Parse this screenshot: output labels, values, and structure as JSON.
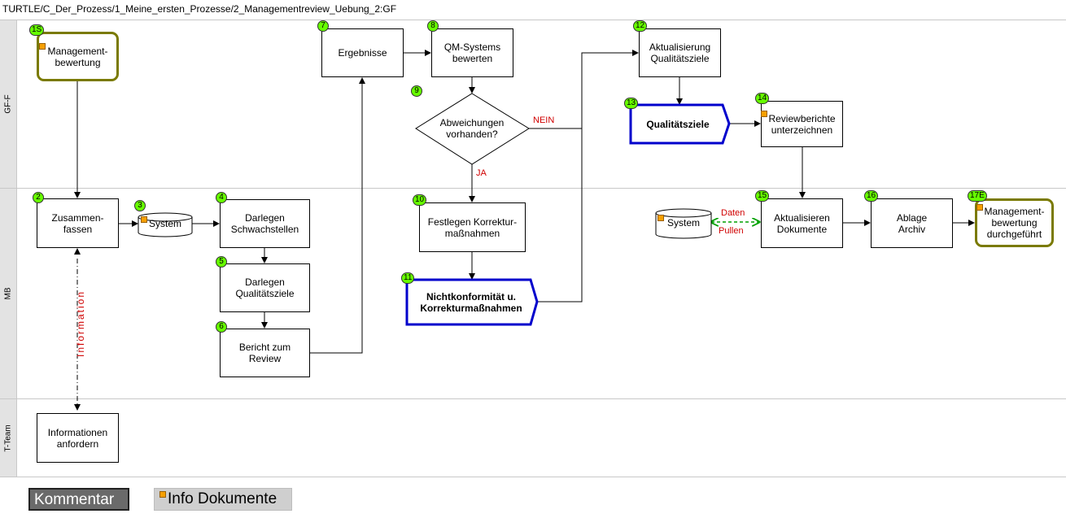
{
  "path": "TURTLE/C_Der_Prozess/1_Meine_ersten_Prozesse/2_Managementreview_Uebung_2:GF",
  "lanes": {
    "gff": "GF-F",
    "mb": "MB",
    "tteam": "T-Team"
  },
  "nodes": {
    "n1": {
      "num": "1S",
      "label": "Management-\nbewertung"
    },
    "n2": {
      "num": "2",
      "label": "Zusammen-\nfassen"
    },
    "n3": {
      "num": "3",
      "label": "System"
    },
    "n4": {
      "num": "4",
      "label": "Darlegen\nSchwachstellen"
    },
    "n5": {
      "num": "5",
      "label": "Darlegen\nQualitätsziele"
    },
    "n6": {
      "num": "6",
      "label": "Bericht zum\nReview"
    },
    "n7": {
      "num": "7",
      "label": "Ergebnisse"
    },
    "n8": {
      "num": "8",
      "label": "QM-Systems\nbewerten"
    },
    "n9": {
      "num": "9",
      "label": "Abweichungen\nvorhanden?"
    },
    "n10": {
      "num": "10",
      "label": "Festlegen Korrektur-\nmaßnahmen"
    },
    "n11": {
      "num": "11",
      "label": "Nichtkonformität u.\nKorrekturmaßnahmen"
    },
    "n12": {
      "num": "12",
      "label": "Aktualisierung\nQualitätsziele"
    },
    "n13": {
      "num": "13",
      "label": "Qualitätsziele"
    },
    "n14": {
      "num": "14",
      "label": "Reviewberichte\nunterzeichnen"
    },
    "n15": {
      "num": "15",
      "label": "Aktualisieren\nDokumente"
    },
    "n16": {
      "num": "16",
      "label": "Ablage\nArchiv"
    },
    "n17": {
      "num": "17E",
      "label": "Management-\nbewertung\ndurchgeführt"
    },
    "sys2": {
      "label": "System"
    },
    "req": {
      "label": "Informationen\nanfordern"
    }
  },
  "edge_labels": {
    "nein": "NEIN",
    "ja": "JA",
    "info": "Information",
    "daten": "Daten",
    "pullen": "Pullen"
  },
  "buttons": {
    "comment": "Kommentar",
    "docs": "Info Dokumente"
  },
  "colors": {
    "badge": "#66ff00",
    "start_border": "#7a7a00",
    "doc_border": "#0000cc",
    "edge_label": "#d00000",
    "data_link": "#00a000"
  }
}
